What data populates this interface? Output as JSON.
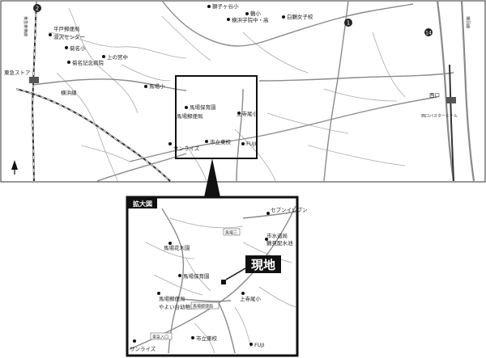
{
  "overview": {
    "labels": {
      "shishigaya": "獅子ヶ谷小",
      "tsuru": "鶴小",
      "meikei": "横浜学院中・高",
      "shiraume": "白鵬女子校",
      "uemura": "上の宮中",
      "hirakawa": "平戸郵便局",
      "sun_center": "湯沢センター",
      "kikumei_elem": "菊名小",
      "kikumei_memorial": "菊名記念病院",
      "tokyu_store": "東急ストア",
      "baba_elem": "馬場小",
      "baba_nursery": "馬場保育園",
      "baba_post": "馬場郵便局",
      "kamiterao_elem": "上寺尾小",
      "sunrise": "サンライズ",
      "city_east_school": "市立東校",
      "fuji": "FUJI",
      "nishiguchi": "西口",
      "tokyu_line": "東急東横線",
      "yokohama_line": "横浜線",
      "bus_terminal": "西口バスターミナル",
      "highway": "横羽線"
    },
    "signs": {
      "route_2": "2",
      "route_1": "1",
      "route_14": "14"
    }
  },
  "inset": {
    "title": "拡大図",
    "current": "現地",
    "labels": {
      "seven_eleven": "セブンイレブン",
      "baba_hanagien": "馬場花木園",
      "water_works": "市水道局",
      "water_works_2": "鶴見配水池",
      "baba_nursery": "馬場保育園",
      "baba_post": "馬場郵便局",
      "yayoi": "やよい台幼稚園",
      "kamiterao_elem": "上寺尾小",
      "city_east_school": "市立東校",
      "fuji": "FUJI",
      "sunrise": "サンライズ",
      "baba3": "馬場三",
      "baba_post_box": "馬場郵便局",
      "tokyu_entrance": "東急入口"
    }
  }
}
